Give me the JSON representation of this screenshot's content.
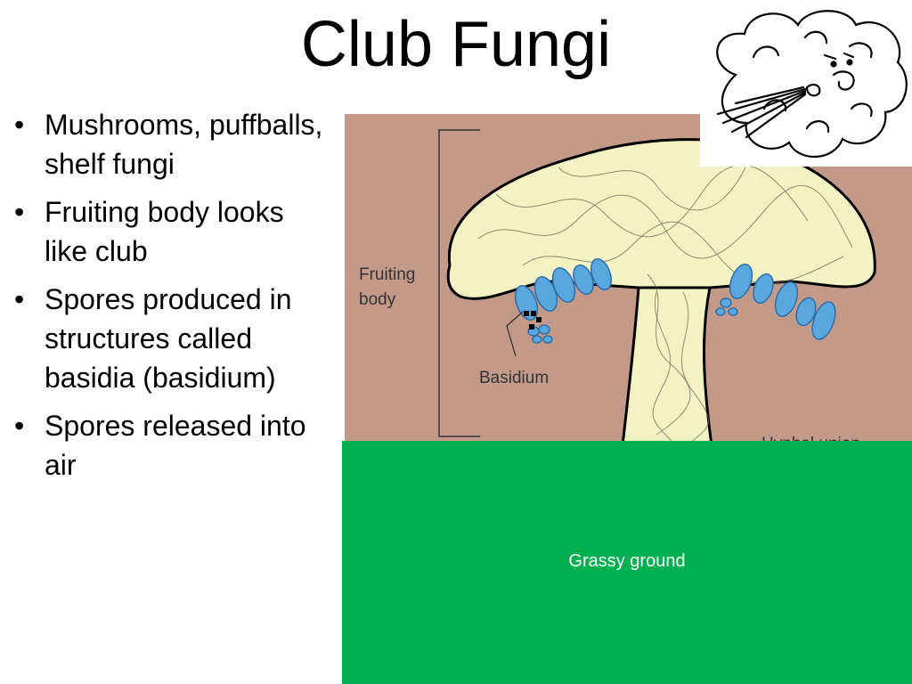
{
  "slide": {
    "title": "Club Fungi",
    "bullets": [
      "Mushrooms, puffballs, shelf fungi",
      "Fruiting body looks like club",
      "Spores produced in structures called basidia (basidium)",
      "Spores released into air"
    ]
  },
  "diagram": {
    "labels": {
      "fruiting_line1": "Fruiting",
      "fruiting_line2": "body",
      "basidium": "Basidium",
      "hyphal_union": "Hyphal union"
    },
    "ground_label": "Grassy ground",
    "colors": {
      "background": "#c39a8a",
      "cap": "#f3f2c4",
      "spore": "#5aa7e0",
      "ground": "#00b050"
    },
    "icon": "wind-cloud-icon"
  }
}
